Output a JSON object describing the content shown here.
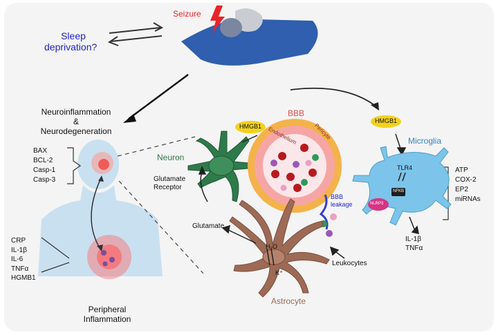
{
  "labels": {
    "sleep_line1": "Sleep",
    "sleep_line2": "deprivation?",
    "seizure": "Seizure",
    "neuro_line1": "Neuroinflammation",
    "neuro_amp": "&",
    "neuro_line2": "Neurodegeneration",
    "bbb": "BBB",
    "hmgb1_left": "HMGB1",
    "hmgb1_right": "HMGB1",
    "endothelium": "Endothelium",
    "pericyte": "Pericyte",
    "neuron": "Neuron",
    "microglia": "Microglia",
    "glutamate_receptor_1": "Glutamate",
    "glutamate_receptor_2": "Receptor",
    "glutamate": "Glutamate",
    "bbb_leak_1": "BBB",
    "bbb_leak_2": "leakage",
    "leukocytes": "Leukocytes",
    "astrocyte": "Astrocyte",
    "h2o": "H₂O",
    "k_plus": "K⁺",
    "tlr4": "TLR4",
    "nlrp3": "NLRP3",
    "nfkb": "NFKB",
    "il1b_right": "IL-1β",
    "tnfa_right": "TNFα",
    "peripheral_1": "Peripheral",
    "peripheral_2": "Inflammation"
  },
  "brain_markers": [
    "BAX",
    "BCL-2",
    "Casp-1",
    "Casp-3"
  ],
  "peripheral_markers": [
    "CRP",
    "IL-1β",
    "IL-6",
    "TNFα",
    "HGMB1"
  ],
  "microglia_markers": [
    "ATP",
    "COX-2",
    "EP2",
    "miRNAs"
  ],
  "colors": {
    "sleep_text": "#2323c8",
    "seizure_red": "#e8242a",
    "hmgb1_fill": "#f2d21c",
    "neuron_green": "#2f7a4a",
    "microglia_blue": "#7cc4ea",
    "astrocyte_brown": "#9c6a55",
    "bbb_ring": "#f4b24a",
    "endothelium_pink": "#f5a6a4",
    "nlrp3_magenta": "#d63384"
  }
}
